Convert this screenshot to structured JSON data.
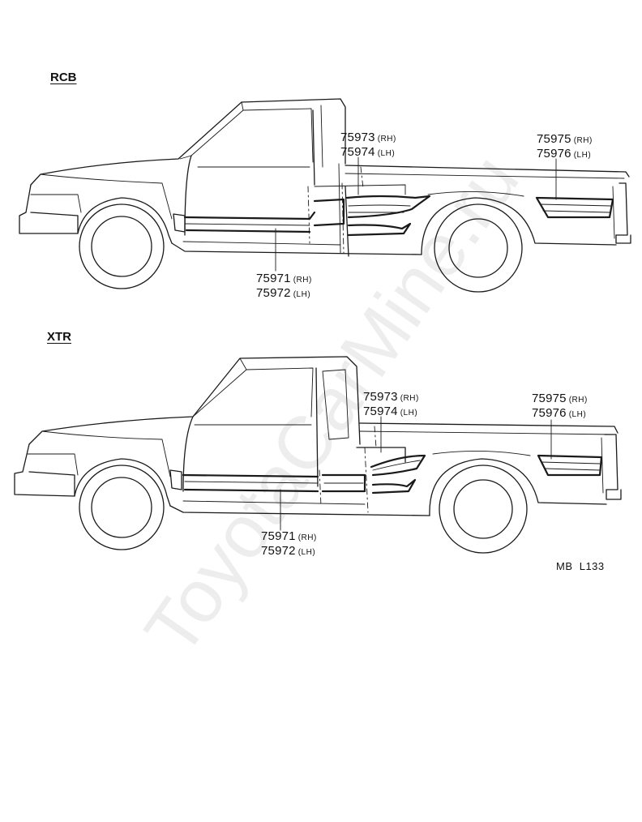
{
  "watermark": "ToyotaCarMine.ru",
  "reference_code": "MB  L133",
  "diagrams": [
    {
      "model": "RCB",
      "callouts": [
        {
          "lines": [
            {
              "num": "75973",
              "side": "(RH)"
            },
            {
              "num": "75974",
              "side": "(LH)"
            }
          ]
        },
        {
          "lines": [
            {
              "num": "75975",
              "side": "(RH)"
            },
            {
              "num": "75976",
              "side": "(LH)"
            }
          ]
        },
        {
          "lines": [
            {
              "num": "75971",
              "side": "(RH)"
            },
            {
              "num": "75972",
              "side": "(LH)"
            }
          ]
        }
      ]
    },
    {
      "model": "XTR",
      "callouts": [
        {
          "lines": [
            {
              "num": "75973",
              "side": "(RH)"
            },
            {
              "num": "75974",
              "side": "(LH)"
            }
          ]
        },
        {
          "lines": [
            {
              "num": "75975",
              "side": "(RH)"
            },
            {
              "num": "75976",
              "side": "(LH)"
            }
          ]
        },
        {
          "lines": [
            {
              "num": "75971",
              "side": "(RH)"
            },
            {
              "num": "75972",
              "side": "(LH)"
            }
          ]
        }
      ]
    }
  ]
}
